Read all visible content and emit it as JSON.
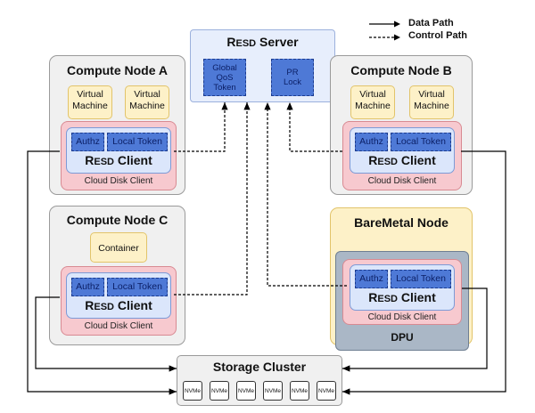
{
  "legend": {
    "data_path": "Data Path",
    "control_path": "Control Path"
  },
  "server": {
    "title_big1": "R",
    "title_small": "ESD",
    "title_big2": " Server",
    "qos_token": "Global\nQoS\nToken",
    "pr_lock": "PR\nLock"
  },
  "nodes": {
    "a": {
      "title": "Compute Node A",
      "vm1": "Virtual\nMachine",
      "vm2": "Virtual\nMachine"
    },
    "b": {
      "title": "Compute Node B",
      "vm1": "Virtual\nMachine",
      "vm2": "Virtual\nMachine"
    },
    "c": {
      "title": "Compute Node C",
      "container": "Container"
    },
    "bm": {
      "title": "BareMetal Node",
      "dpu": "DPU"
    }
  },
  "client": {
    "authz": "Authz",
    "local_token": "Local Token",
    "name_big1": "R",
    "name_small": "ESD",
    "name_big2": " Client",
    "cloud_disk_client": "Cloud Disk Client"
  },
  "storage": {
    "title": "Storage Cluster",
    "drive_label": "NVMe",
    "drives": [
      "NVMe",
      "NVMe",
      "NVMe",
      "NVMe",
      "NVMe",
      "NVMe"
    ]
  },
  "colors": {
    "node_bg": "#f0f0f0",
    "vm_yellow": "#fdf1c8",
    "cloud_disk_pink": "#f7c9cf",
    "client_blue": "#dbe6fb",
    "token_blue": "#4e79d6",
    "dpu_gray": "#aab7c6"
  }
}
